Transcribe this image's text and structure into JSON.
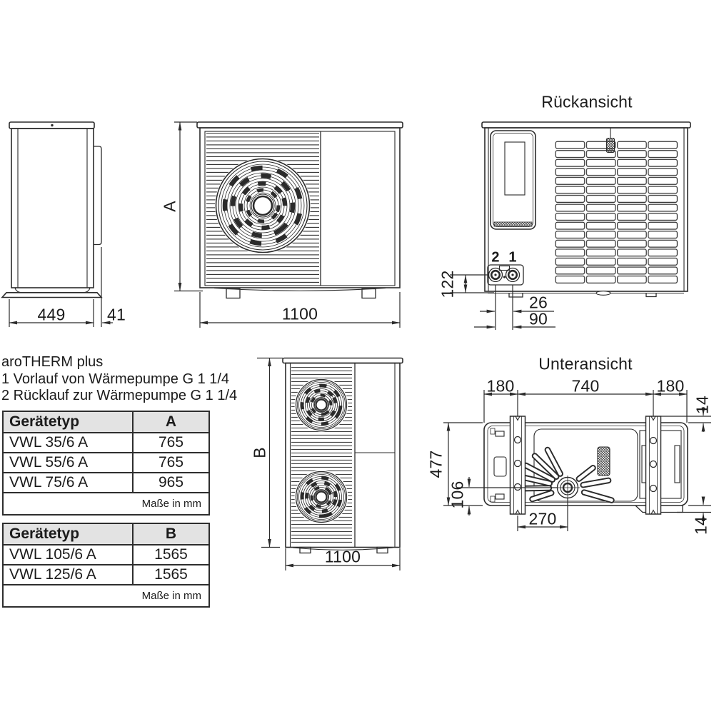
{
  "product": {
    "name": "aroTHERM plus",
    "note1": "1 Vorlauf von Wärmepumpe G 1 1/4",
    "note2": "2 Rücklauf zur Wärmepumpe G 1 1/4"
  },
  "views": {
    "rear": "Rückansicht",
    "bottom": "Unteransicht"
  },
  "dims": {
    "side_width": "449",
    "side_offset": "41",
    "height_a": "A",
    "front_width": "1100",
    "pipe_label_return": "2",
    "pipe_label_flow": "1",
    "pipe_height": "122",
    "pipe_gap": "26",
    "pipe_edge": "90",
    "height_b": "B",
    "front_width_b": "1100",
    "foot_left": "180",
    "foot_span": "740",
    "foot_right": "180",
    "rail_top": "14",
    "depth": "477",
    "drain_offset_y": "106",
    "drain_offset_x": "270",
    "rail_bottom": "14"
  },
  "table_a": {
    "col_type": "Gerätetyp",
    "col_dim": "A",
    "rows": [
      {
        "type": "VWL 35/6 A",
        "value": "765"
      },
      {
        "type": "VWL 55/6 A",
        "value": "765"
      },
      {
        "type": "VWL 75/6 A",
        "value": "965"
      }
    ],
    "footer": "Maße in mm"
  },
  "table_b": {
    "col_type": "Gerätetyp",
    "col_dim": "B",
    "rows": [
      {
        "type": "VWL 105/6 A",
        "value": "1565"
      },
      {
        "type": "VWL 125/6 A",
        "value": "1565"
      }
    ],
    "footer": "Maße in mm"
  }
}
